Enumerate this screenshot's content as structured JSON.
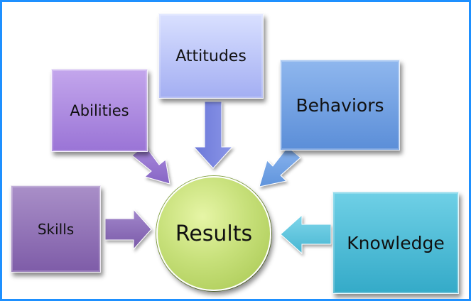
{
  "diagram": {
    "center": {
      "label": "Results"
    },
    "nodes": [
      {
        "id": "skills",
        "label": "Skills"
      },
      {
        "id": "abilities",
        "label": "Abilities"
      },
      {
        "id": "attitudes",
        "label": "Attitudes"
      },
      {
        "id": "behaviors",
        "label": "Behaviors"
      },
      {
        "id": "knowledge",
        "label": "Knowledge"
      }
    ]
  }
}
